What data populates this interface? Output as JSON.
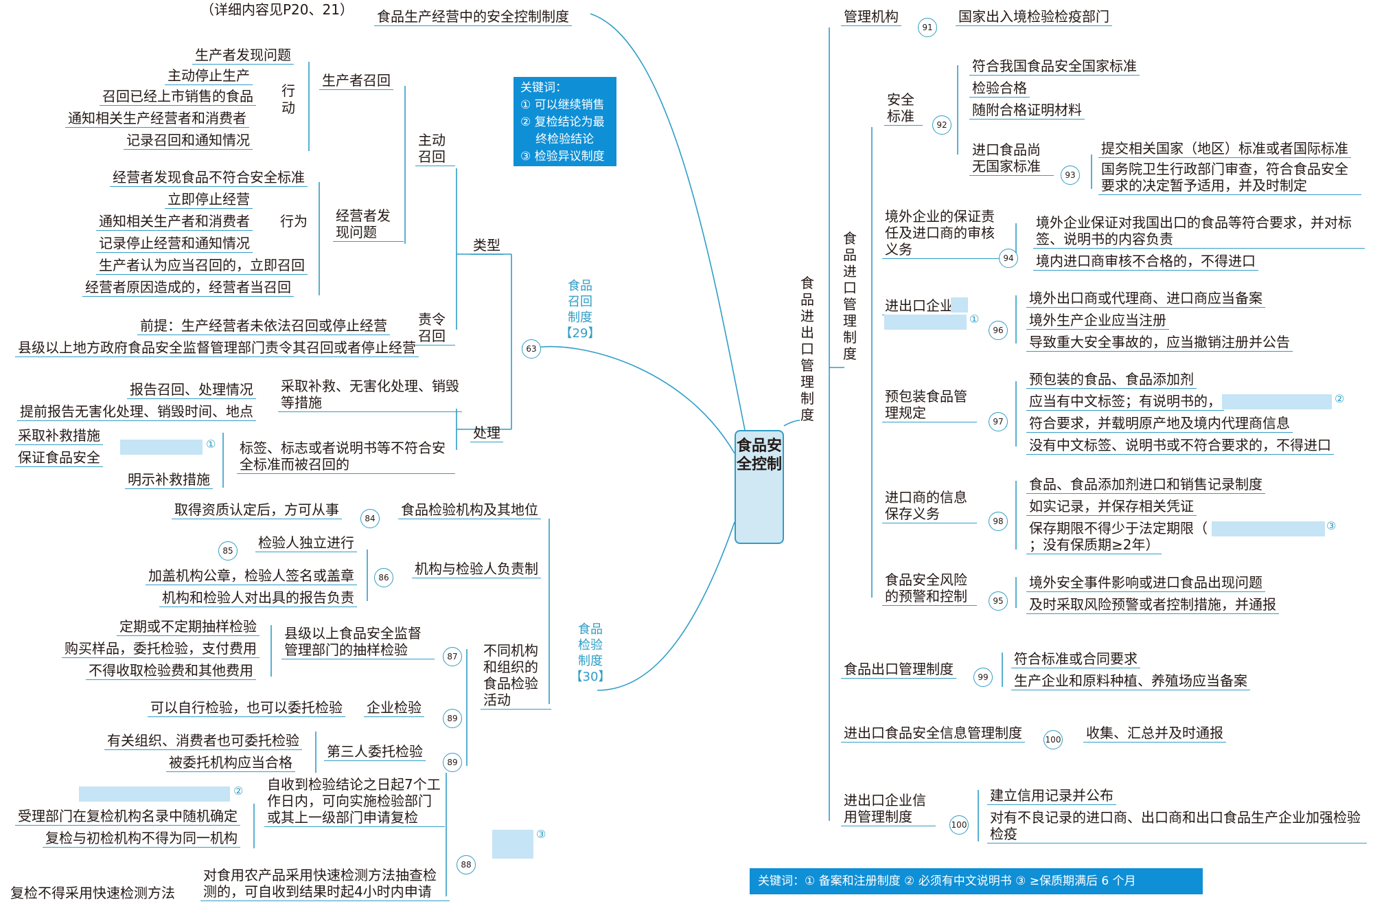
{
  "center": "食品安全控制",
  "note": "（详细内容见P20、21）",
  "safety_control": "食品生产经营中的安全控制制度",
  "recall": {
    "category": [
      "食品",
      "召回",
      "制度",
      "【29】"
    ],
    "num": "63",
    "type": "类型",
    "active": "主动召回",
    "producer_recall": "生产者召回",
    "producer_items": [
      "生产者发现问题",
      "主动停止生产",
      "召回已经上市销售的食品",
      "通知相关生产经营者和消费者",
      "记录召回和通知情况"
    ],
    "action_label": "行动",
    "operator_found": "经营者发现问题",
    "operator_items": [
      "经营者发现食品不符合安全标准",
      "立即停止经营",
      "通知相关生产者和消费者",
      "记录停止经营和通知情况",
      "生产者认为应当召回的，立即召回",
      "经营者原因造成的，经营者当召回"
    ],
    "behavior_label": "行为",
    "ordered": "责令召回",
    "ordered_items": [
      "前提：生产经营者未依法召回或停止经营",
      "县级以上地方政府食品安全监督管理部门责令其召回或者停止经营"
    ],
    "handle": "处理",
    "handle_a": "采取补救、无害化处理、销毁等措施",
    "handle_a_items": [
      "报告召回、处理情况",
      "提前报告无害化处理、销毁时间、地点"
    ],
    "handle_b": "标签、标志或者说明书等不符合安全标准而被召回的",
    "handle_b_items": [
      "采取补救措施",
      "保证食品安全",
      "明示补救措施"
    ],
    "blank1": "①"
  },
  "keyword_box": [
    "关键词：",
    "① 可以继续销售",
    "② 复检结论为最终检验结论",
    "③ 检验异议制度"
  ],
  "inspect": {
    "category": [
      "食品",
      "检验",
      "制度",
      "【30】"
    ],
    "inst": "食品检验机构及其地位",
    "inst_num": "84",
    "inst_item": "取得资质认定后，方可从事",
    "resp": "机构与检验人负责制",
    "n85": "85",
    "n86": "86",
    "resp_items": [
      "检验人独立进行",
      "加盖机构公章，检验人签名或盖章",
      "机构和检验人对出具的报告负责"
    ],
    "diff": "不同机构和组织的食品检验活动",
    "county": "县级以上食品安全监督管理部门的抽样检验",
    "n87": "87",
    "county_items": [
      "定期或不定期抽样检验",
      "购买样品，委托检验，支付费用",
      "不得收取检验费和其他费用"
    ],
    "enterprise": "企业检验",
    "n89": "89",
    "enterprise_item": "可以自行检验，也可以委托检验",
    "third": "第三人委托检验",
    "third_items": [
      "有关组织、消费者也可委托检验",
      "被委托机构应当合格"
    ],
    "n88": "88",
    "blank3": "③",
    "recheck": "自收到检验结论之日起7个工作日内，可向实施检验部门或其上一级部门申请复检",
    "blank2": "②",
    "recheck_items": [
      "受理部门在复检机构名录中随机确定",
      "复检与初检机构不得为同一机构"
    ],
    "rapid": "对食用农产品采用快速检测方法抽查检测的，可自收到结果时起4小时内申请",
    "rapid_item": "复检不得采用快速检测方法"
  },
  "ie": {
    "title": "食品进出口管理制度",
    "mgmt": "管理机构",
    "n91": "91",
    "mgmt_item": "国家出入境检验检疫部门",
    "import": "食品进口管理制度",
    "safety_std": "安全标准",
    "n92": "92",
    "std_items": [
      "符合我国食品安全国家标准",
      "检验合格",
      "随附合格证明材料"
    ],
    "no_std": "进口食品尚无国家标准",
    "n93": "93",
    "no_std_items": [
      "提交相关国家（地区）标准或者国际标准",
      "国务院卫生行政部门审查，符合食品安全要求的决定暂予适用，并及时制定"
    ],
    "guarantee": "境外企业的保证责任及进口商的审核义务",
    "n94": "94",
    "guarantee_items": [
      "境外企业保证对我国出口的食品等符合要求，并对标签、说明书的内容负责",
      "境内进口商审核不合格的，不得进口"
    ],
    "ie_ent": "进出口企业",
    "n96": "96",
    "blank_ie": "①",
    "ie_ent_items": [
      "境外出口商或代理商、进口商应当备案",
      "境外生产企业应当注册",
      "导致重大安全事故的，应当撤销注册并公告"
    ],
    "prepack": "预包装食品管理规定",
    "n97": "97",
    "prepack_items": [
      "预包装的食品、食品添加剂",
      "应当有中文标签；有说明书的，",
      "符合要求，并载明原产地及境内代理商信息",
      "没有中文标签、说明书或不符合要求的，不得进口"
    ],
    "blank_pp": "②",
    "info": "进口商的信息保存义务",
    "n98": "98",
    "info_items": [
      "食品、食品添加剂进口和销售记录制度",
      "如实记录，并保存相关凭证",
      "保存期限不得少于法定期限（",
      "；没有保质期≥2年）"
    ],
    "blank_info": "③",
    "risk": "食品安全风险的预警和控制",
    "n95": "95",
    "risk_items": [
      "境外安全事件影响或进口食品出现问题",
      "及时采取风险预警或者控制措施，并通报"
    ],
    "export": "食品出口管理制度",
    "n99": "99",
    "export_items": [
      "符合标准或合同要求",
      "生产企业和原料种植、养殖场应当备案"
    ],
    "info_mgmt": "进出口食品安全信息管理制度",
    "n100a": "100",
    "info_mgmt_item": "收集、汇总并及时通报",
    "credit": "进出口企业信用管理制度",
    "n100b": "100",
    "credit_items": [
      "建立信用记录并公布",
      "对有不良记录的进口商、出口商和出口食品生产企业加强检验检疫"
    ]
  },
  "bottom_keywords": "关键词：① 备案和注册制度  ② 必须有中文说明书  ③ ≥保质期满后 6 个月"
}
